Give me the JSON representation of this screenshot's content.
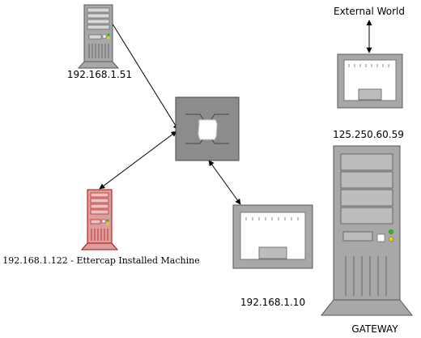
{
  "labels": {
    "external_world": "External World",
    "ip_top_server": "192.168.1.51",
    "ip_gateway_external": "125.250.60.59",
    "ip_attacker": "192.168.1.122 - Ettercap Installed Machine",
    "ip_client": "192.168.1.10",
    "gateway": "GATEWAY"
  },
  "colors": {
    "attacker": "#c00000",
    "device_gray": "#a8a8a8",
    "switch_gray": "#8c8c8c"
  }
}
